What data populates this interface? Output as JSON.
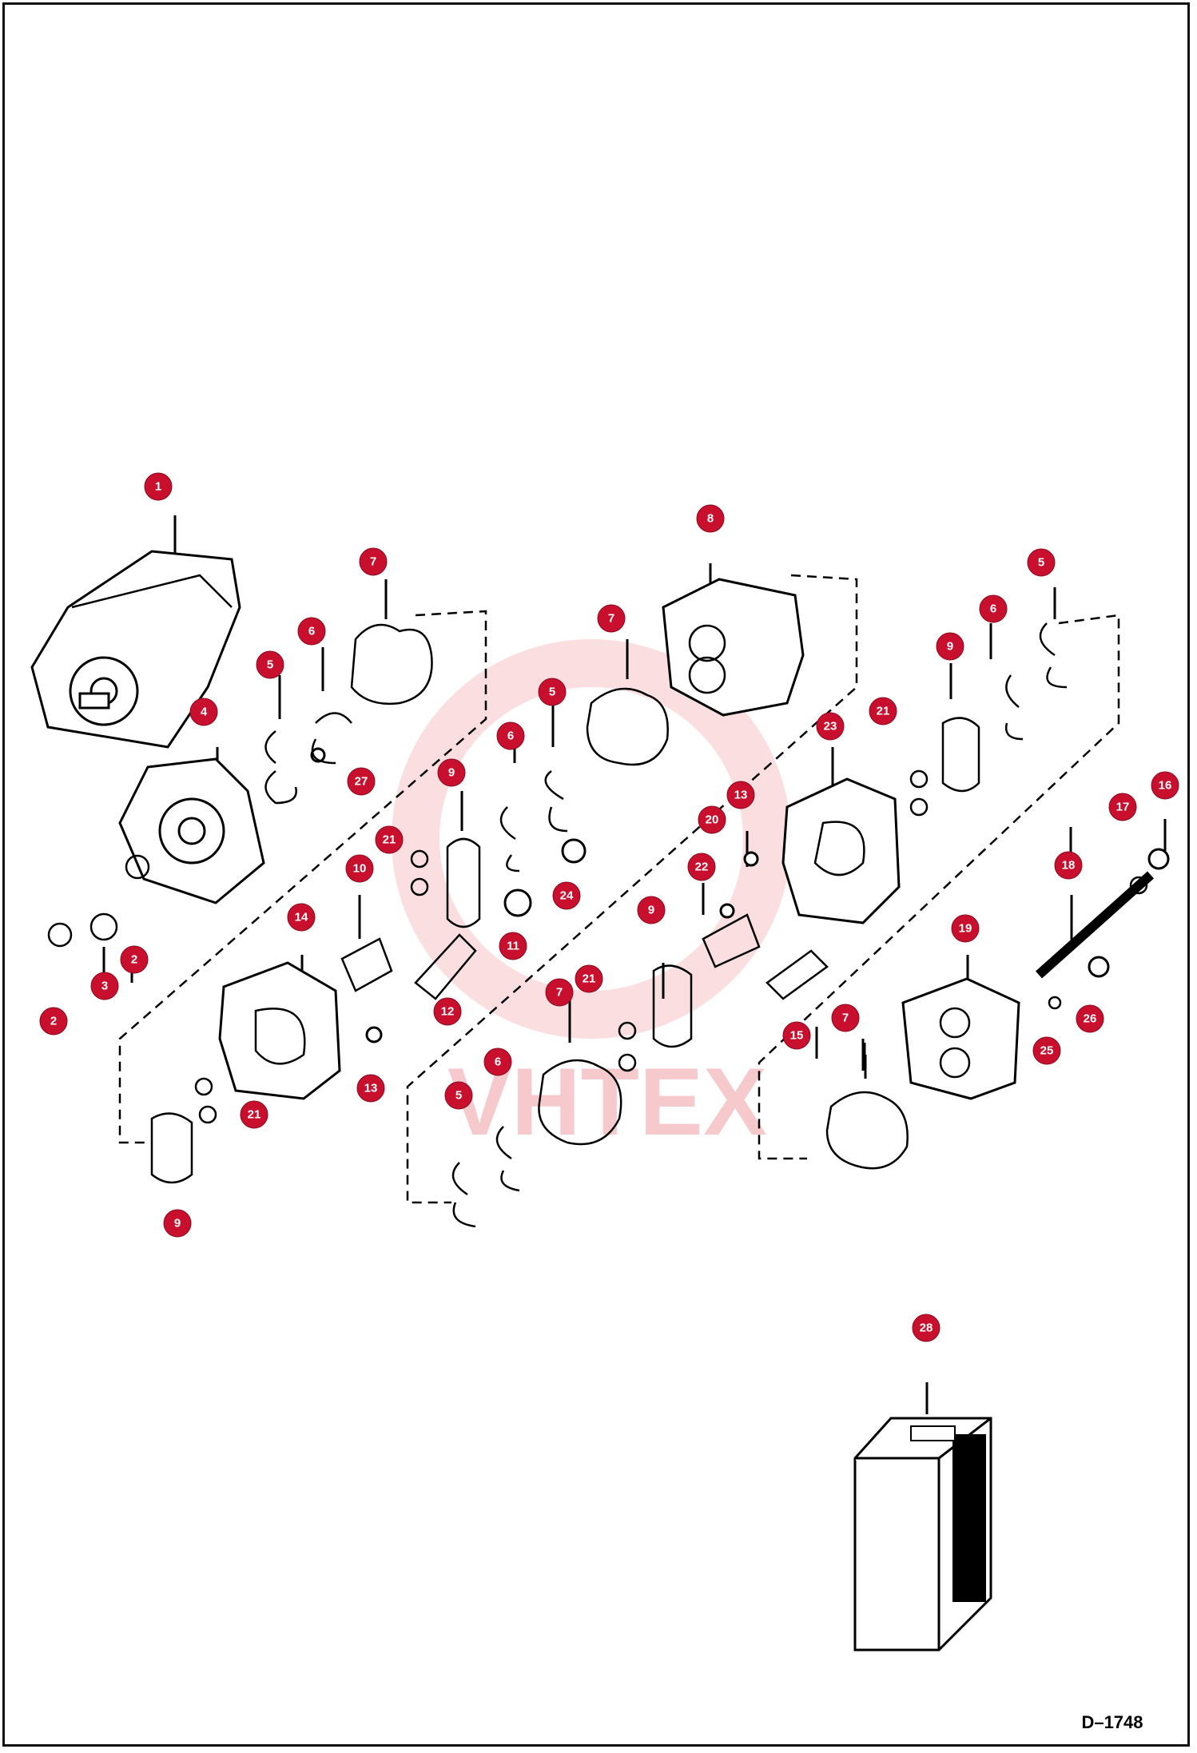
{
  "drawing_code": "D–1748",
  "watermark": "VHTEX",
  "callouts": [
    {
      "id": "c1",
      "label": "1"
    },
    {
      "id": "c2a",
      "label": "2"
    },
    {
      "id": "c2b",
      "label": "2"
    },
    {
      "id": "c3",
      "label": "3"
    },
    {
      "id": "c4",
      "label": "4"
    },
    {
      "id": "c5a",
      "label": "5"
    },
    {
      "id": "c5b",
      "label": "5"
    },
    {
      "id": "c5c",
      "label": "5"
    },
    {
      "id": "c5d",
      "label": "5"
    },
    {
      "id": "c6a",
      "label": "6"
    },
    {
      "id": "c6b",
      "label": "6"
    },
    {
      "id": "c6c",
      "label": "6"
    },
    {
      "id": "c6d",
      "label": "6"
    },
    {
      "id": "c7a",
      "label": "7"
    },
    {
      "id": "c7b",
      "label": "7"
    },
    {
      "id": "c7c",
      "label": "7"
    },
    {
      "id": "c7d",
      "label": "7"
    },
    {
      "id": "c8",
      "label": "8"
    },
    {
      "id": "c9a",
      "label": "9"
    },
    {
      "id": "c9b",
      "label": "9"
    },
    {
      "id": "c9c",
      "label": "9"
    },
    {
      "id": "c9d",
      "label": "9"
    },
    {
      "id": "c10",
      "label": "10"
    },
    {
      "id": "c11",
      "label": "11"
    },
    {
      "id": "c12",
      "label": "12"
    },
    {
      "id": "c13a",
      "label": "13"
    },
    {
      "id": "c13b",
      "label": "13"
    },
    {
      "id": "c14",
      "label": "14"
    },
    {
      "id": "c15",
      "label": "15"
    },
    {
      "id": "c16",
      "label": "16"
    },
    {
      "id": "c17",
      "label": "17"
    },
    {
      "id": "c18",
      "label": "18"
    },
    {
      "id": "c19",
      "label": "19"
    },
    {
      "id": "c20",
      "label": "20"
    },
    {
      "id": "c21a",
      "label": "21"
    },
    {
      "id": "c21b",
      "label": "21"
    },
    {
      "id": "c21c",
      "label": "21"
    },
    {
      "id": "c21d",
      "label": "21"
    },
    {
      "id": "c22",
      "label": "22"
    },
    {
      "id": "c23",
      "label": "23"
    },
    {
      "id": "c24",
      "label": "24"
    },
    {
      "id": "c25",
      "label": "25"
    },
    {
      "id": "c26",
      "label": "26"
    },
    {
      "id": "c27",
      "label": "27"
    },
    {
      "id": "c28",
      "label": "28"
    }
  ]
}
